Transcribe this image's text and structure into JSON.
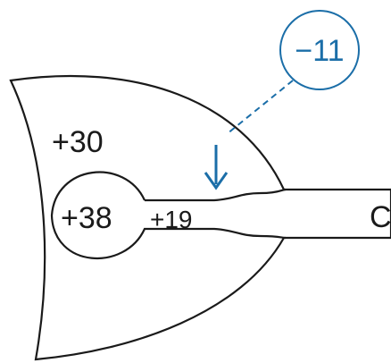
{
  "diagram": {
    "labels": {
      "outer_region": "+30",
      "bulb": "+38",
      "stem": "+19",
      "right_edge": "C",
      "callout": "−11"
    },
    "colors": {
      "outline": "#1a1a1a",
      "accent": "#1b6ea8"
    }
  }
}
